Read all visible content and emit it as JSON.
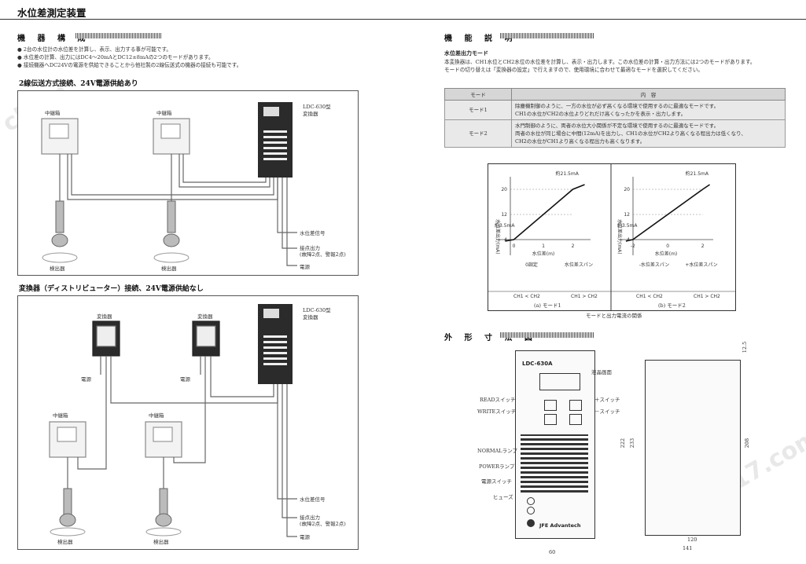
{
  "header": {
    "title": "水位差測定装置"
  },
  "left": {
    "section_title": "機 器 構 成",
    "bullets": [
      "● 2台の水位計の水位差を計算し、表示、出力する事が可能です。",
      "● 水位差の計算、出力にはDC4～20mAとDC12±8mAの2つのモードがあります。",
      "● 接続機器へDC24Vの電源を供給できることから他社製の2線伝送式の機器の接続も可能です。"
    ],
    "diagram1": {
      "title": "2線伝送方式接続、24V電源供給あり",
      "junction": "中継箱",
      "detector": "検出器",
      "converter_model": "LDC-630型",
      "converter_label": "変換器",
      "signal": "水位差信号",
      "contact_1": "接点出力",
      "contact_2": "(故障2点、警報2点)",
      "power": "電源"
    },
    "diagram2": {
      "title": "変換器（ディストリビューター）接続、24V電源供給なし",
      "junction": "中継箱",
      "detector": "検出器",
      "distributor": "変換器",
      "dist_power": "電源",
      "converter_model": "LDC-630型",
      "converter_label": "変換器",
      "signal": "水位差信号",
      "contact_1": "接点出力",
      "contact_2": "(故障2点、警報2点)",
      "power": "電源"
    }
  },
  "right": {
    "section_title": "機 能 説 明",
    "func_title": "水位差出力モード",
    "func_text": [
      "本変換器は、CH1水位とCH2水位の水位差を計算し、表示・出力します。この水位差の計算・出力方法には2つのモードがあります。",
      "モードの切り替えは「変換器の設定」で行えますので、使用環境に合わせて最適なモードを選択してください。"
    ],
    "table": {
      "headers": [
        "モード",
        "内　容"
      ],
      "rows": [
        {
          "mode": "モード1",
          "lines": [
            "除塵機制御のように、一方の水位が必ず高くなる環境で使用するのに最適なモードです。",
            "CH1の水位がCH2の水位よりどれだけ高くなったかを表示・出力します。"
          ]
        },
        {
          "mode": "モード2",
          "lines": [
            "水門制御のように、両者の水位大小関係が不定な環境で使用するのに最適なモードです。",
            "両者の水位が同じ場合に中間(12mA)を出力し、CH1の水位がCH2より高くなる程出力は低くなり、",
            "CH2の水位がCH1より高くなる程出力も高くなります。"
          ]
        }
      ]
    },
    "chart": {
      "ylabel": "水位差出力(mA)",
      "xlabel": "水位差(m)",
      "caption": "モードと出力電流の関係",
      "mode1": {
        "label": "(a) モード1",
        "top_note": "約21.5mA",
        "bottom_note": "約3.5mA",
        "yticks": [
          "20",
          "12",
          "4"
        ],
        "xticks": [
          "0",
          "1",
          "2"
        ],
        "notes": [
          "0調定",
          "水位差スパン"
        ],
        "bottom_left": "CH1 < CH2",
        "bottom_right": "CH1 > CH2"
      },
      "mode2": {
        "label": "(b) モード2",
        "top_note": "約21.5mA",
        "bottom_note": "約3.5mA",
        "yticks": [
          "20",
          "12",
          "4"
        ],
        "xticks": [
          "-2",
          "0",
          "2"
        ],
        "notes": [
          "-水位差スパン",
          "+水位差スパン"
        ],
        "bottom_left": "CH1 < CH2",
        "bottom_right": "CH1 > CH2"
      }
    },
    "chart_data": [
      {
        "type": "line",
        "title": "(a) モード1",
        "xlabel": "水位差(m)",
        "ylabel": "水位差出力(mA)",
        "x": [
          -0.3,
          0,
          2,
          2.4
        ],
        "y": [
          3.5,
          4,
          20,
          21.5
        ]
      },
      {
        "type": "line",
        "title": "(b) モード2",
        "xlabel": "水位差(m)",
        "ylabel": "水位差出力(mA)",
        "x": [
          -2.4,
          -2,
          2,
          2.4
        ],
        "y": [
          3.5,
          4,
          20,
          21.5
        ]
      }
    ],
    "dim": {
      "section_title": "外 形 寸 法 図",
      "model": "LDC-630A",
      "display": "液晶画面",
      "read_switch": "READスイッチ",
      "write_switch": "WRITEスイッチ",
      "plus_switch": "＋スイッチ",
      "minus_switch": "－スイッチ",
      "normal_lamp": "NORMALランプ",
      "power_lamp": "POWERランプ",
      "power_switch": "電源スイッチ",
      "fuse": "ヒューズ",
      "brand": "JFE Advantech",
      "dims": [
        "222",
        "233",
        "60",
        "120",
        "141",
        "208",
        "12.5"
      ]
    }
  }
}
